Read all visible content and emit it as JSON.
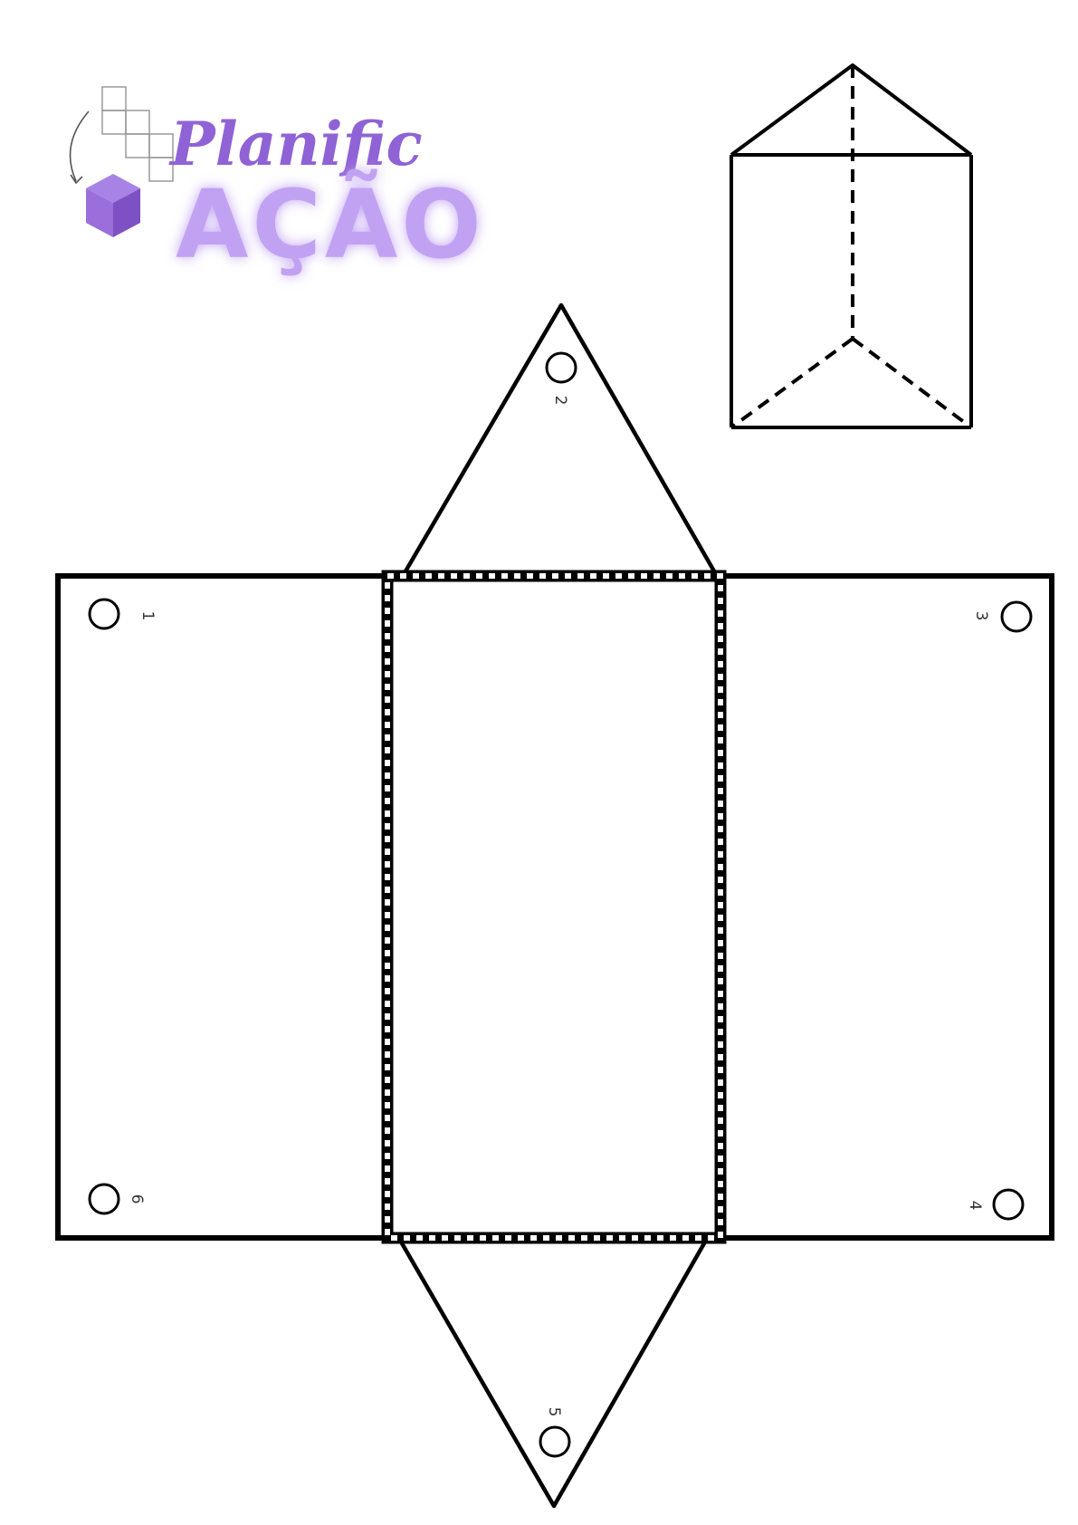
{
  "logo": {
    "line1": "Planific",
    "line2": "AÇÃO",
    "colors": {
      "text_primary": "#8f63d6",
      "text_secondary": "#c1a2f2",
      "cube_top": "#a783e6",
      "cube_left": "#9a6fdc",
      "cube_right": "#7d51c4"
    }
  },
  "net": {
    "stroke_color": "#000000",
    "fill_color": "#ffffff",
    "fold_line_style": "dashed",
    "markers": [
      {
        "id": "1",
        "label": "1"
      },
      {
        "id": "2",
        "label": "2"
      },
      {
        "id": "3",
        "label": "3"
      },
      {
        "id": "4",
        "label": "4"
      },
      {
        "id": "5",
        "label": "5"
      },
      {
        "id": "6",
        "label": "6"
      }
    ]
  },
  "prism_icon": {
    "icon": "triangular-prism-icon",
    "stroke_color": "#000000"
  }
}
